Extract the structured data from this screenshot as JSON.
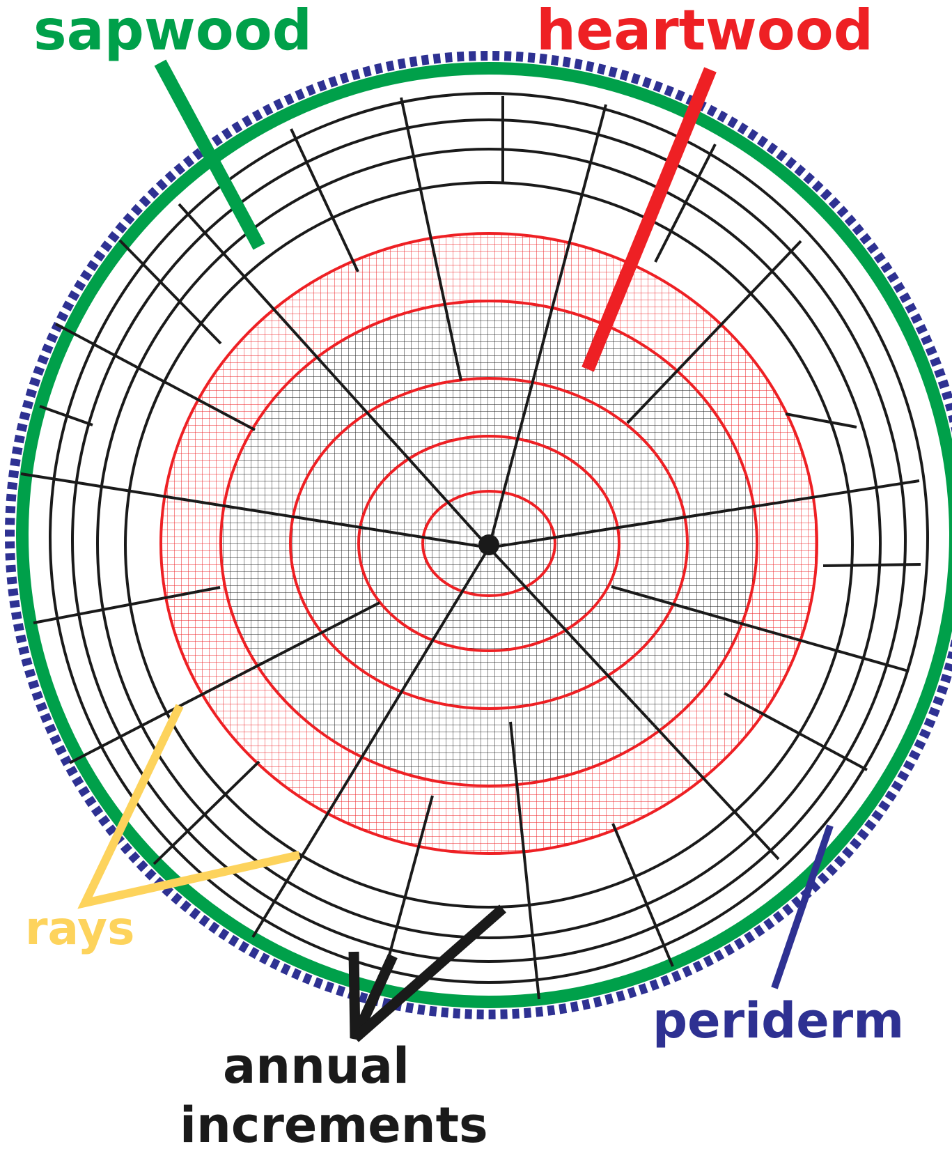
{
  "labels": {
    "sapwood": "sapwood",
    "heartwood": "heartwood",
    "rays": "rays",
    "periderm": "periderm",
    "annual": "annual",
    "increments": "increments"
  },
  "colors": {
    "sapwood": "#00a04a",
    "heartwood": "#ee2024",
    "rays": "#fdd35c",
    "periderm": "#2e3192",
    "annual_increments": "#1a1a1a"
  }
}
